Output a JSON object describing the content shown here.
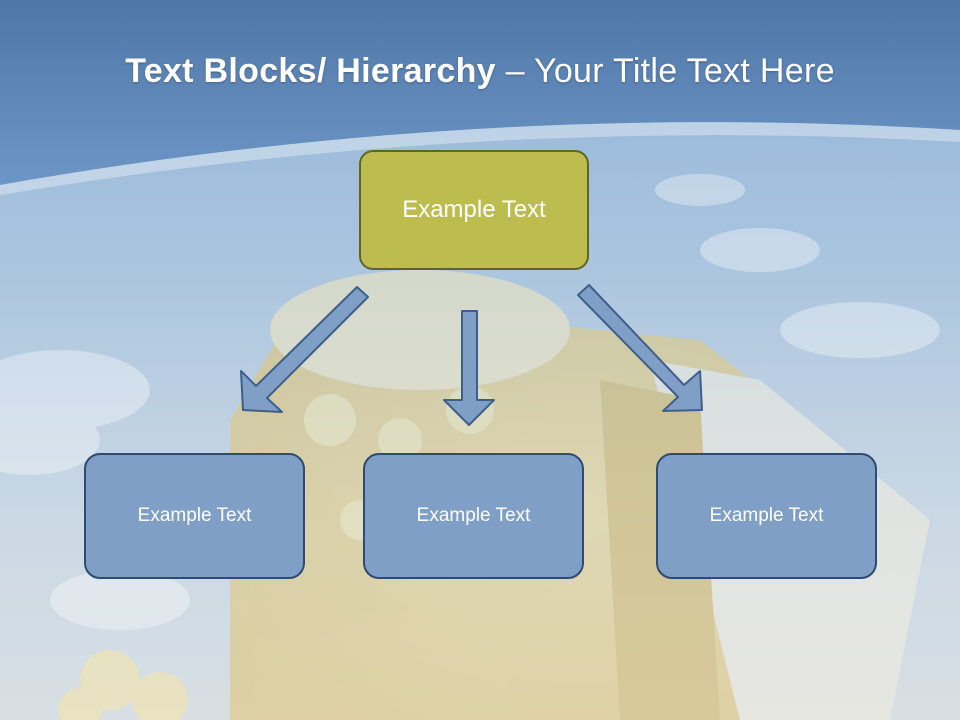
{
  "slide": {
    "title_bold": "Text Blocks/ Hierarchy",
    "title_rest": " – Your Title Text Here"
  },
  "hierarchy": {
    "root": {
      "label": "Example Text"
    },
    "children": [
      {
        "label": "Example Text"
      },
      {
        "label": "Example Text"
      },
      {
        "label": "Example Text"
      }
    ]
  },
  "colors": {
    "banner": "#6b93c2",
    "root_fill": "#bcbd4e",
    "root_border": "#5f6526",
    "child_fill": "#7f9fc7",
    "child_border": "#2e4b72",
    "arrow_fill": "#7f9fc7",
    "arrow_stroke": "#3f5f8a"
  }
}
